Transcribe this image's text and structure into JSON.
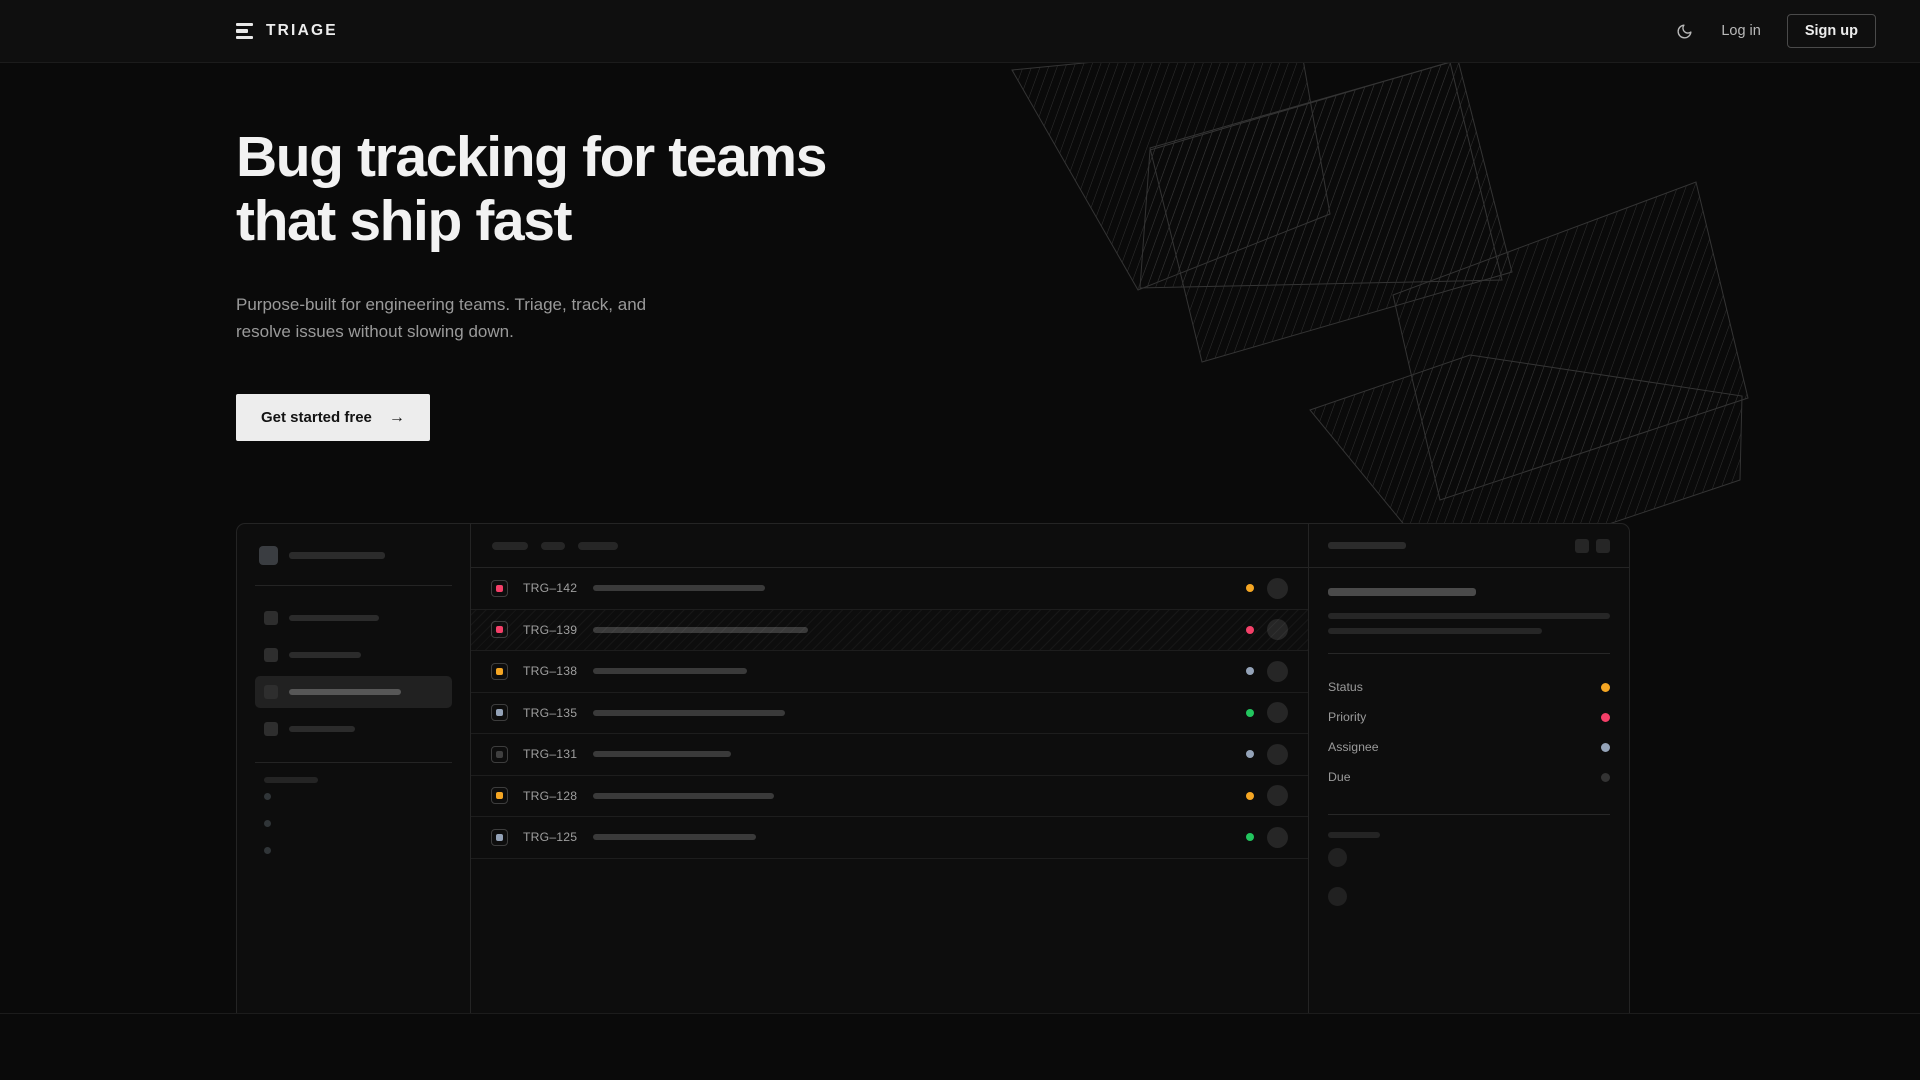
{
  "nav": {
    "brand": "TRIAGE",
    "theme_toggle_icon": "moon-icon",
    "login_label": "Log in",
    "signup_label": "Sign up"
  },
  "hero": {
    "heading": "Bug tracking for teams\nthat ship fast",
    "subheading": "Purpose-built for engineering teams. Triage, track, and\nresolve issues without slowing down.",
    "cta_label": "Get started free",
    "cta_arrow": "→"
  },
  "colors": {
    "page_bg": "#0a0a0a",
    "nav_bg": "#0f0f0f",
    "border": "#242424",
    "text_primary": "#f2f2f2",
    "text_muted": "#9a9a9a",
    "cta_bg": "#ededed",
    "priority_critical": "#f43f68",
    "priority_high": "#f5a623",
    "priority_medium": "#94a3b8",
    "priority_low": "#3a3a3a",
    "status_done": "#22c55e",
    "status_progress": "#f5a623",
    "status_blocked": "#f43f68",
    "status_todo": "#94a3b8"
  },
  "mockup": {
    "sidebar": {
      "workspace_skeleton_width": 96,
      "nav_items": [
        {
          "width": 90,
          "active": false
        },
        {
          "width": 72,
          "active": false
        },
        {
          "width": 112,
          "active": true
        },
        {
          "width": 66,
          "active": false
        }
      ],
      "section_label_width": 54,
      "sub_items": 3
    },
    "list": {
      "header_filters": [
        36,
        24,
        40
      ],
      "rows": [
        {
          "id": "TRG–142",
          "priority": "critical",
          "priority_color": "#f43f68",
          "title_width": 172,
          "status_color": "#f5a623",
          "highlighted": false
        },
        {
          "id": "TRG–139",
          "priority": "critical",
          "priority_color": "#f43f68",
          "title_width": 215,
          "status_color": "#f43f68",
          "highlighted": true
        },
        {
          "id": "TRG–138",
          "priority": "high",
          "priority_color": "#f5a623",
          "title_width": 154,
          "status_color": "#94a3b8",
          "highlighted": false
        },
        {
          "id": "TRG–135",
          "priority": "medium",
          "priority_color": "#94a3b8",
          "title_width": 192,
          "status_color": "#22c55e",
          "highlighted": false
        },
        {
          "id": "TRG–131",
          "priority": "low",
          "priority_color": "#3f3f3f",
          "title_width": 138,
          "status_color": "#94a3b8",
          "highlighted": false
        },
        {
          "id": "TRG–128",
          "priority": "high",
          "priority_color": "#f5a623",
          "title_width": 181,
          "status_color": "#f5a623",
          "highlighted": false
        },
        {
          "id": "TRG–125",
          "priority": "medium",
          "priority_color": "#94a3b8",
          "title_width": 163,
          "status_color": "#22c55e",
          "highlighted": false
        }
      ]
    },
    "detail": {
      "header_skeleton_width": 78,
      "header_buttons": 2,
      "title_skeleton_width": 148,
      "body_skeletons": [
        282,
        214
      ],
      "meta": [
        {
          "label": "Status",
          "color": "#f5a623"
        },
        {
          "label": "Priority",
          "color": "#f43f68"
        },
        {
          "label": "Assignee",
          "color": "#94a3b8"
        },
        {
          "label": "Due",
          "color": "#333333"
        }
      ],
      "activity_label_width": 52,
      "activity_avatars": 2
    }
  }
}
